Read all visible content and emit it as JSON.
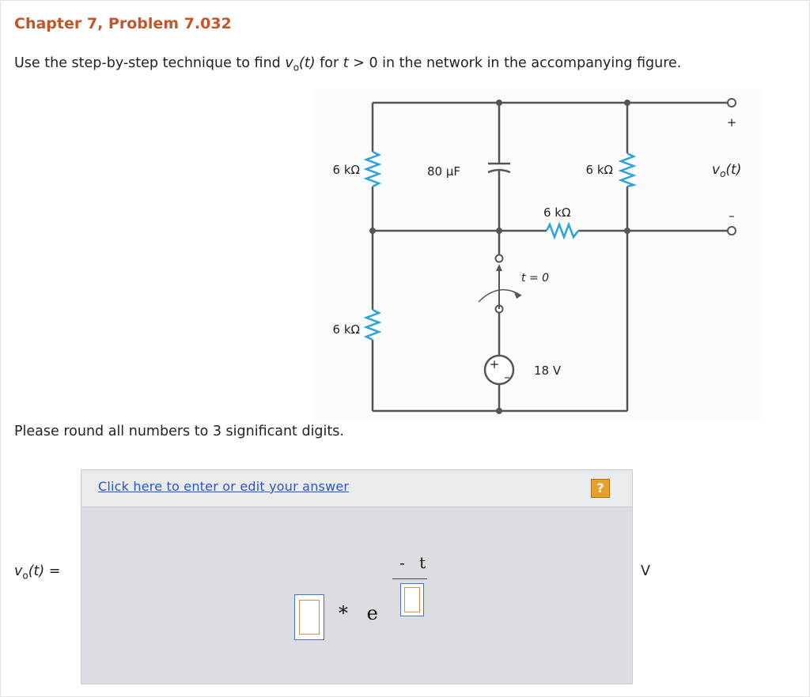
{
  "problem": {
    "title": "Chapter 7, Problem 7.032",
    "statement_pre": "Use the step-by-step technique to find ",
    "v_symbol": "v",
    "v_sub": "o",
    "v_arg": "(t)",
    "statement_mid": " for ",
    "t_symbol": "t",
    "statement_post": " > 0 in the network in the accompanying figure."
  },
  "circuit": {
    "r_left_top": "6 kΩ",
    "capacitor": "80 µF",
    "r_right_top": "6 kΩ",
    "r_middle": "6 kΩ",
    "r_left_bottom": "6 kΩ",
    "switch_label": "t = 0",
    "source": "18 V",
    "output_label": "v",
    "output_sub": "o",
    "output_arg": "(t)",
    "plus": "+",
    "minus": "–",
    "src_plus": "+",
    "src_minus": "–",
    "wire_color": "#555555",
    "resistor_color": "#2aa3d8"
  },
  "instructions": "Please round all numbers to 3 significant digits.",
  "answer": {
    "edit_link": "Click here to enter or edit your answer",
    "help_label": "?",
    "vo_symbol": "v",
    "vo_sub": "o",
    "vo_arg": "(t)",
    "vo_equals": " =",
    "times_e": "* e",
    "exponent_numerator": "- t",
    "coefficient_value": "",
    "time_constant_value": "",
    "unit": "V"
  }
}
